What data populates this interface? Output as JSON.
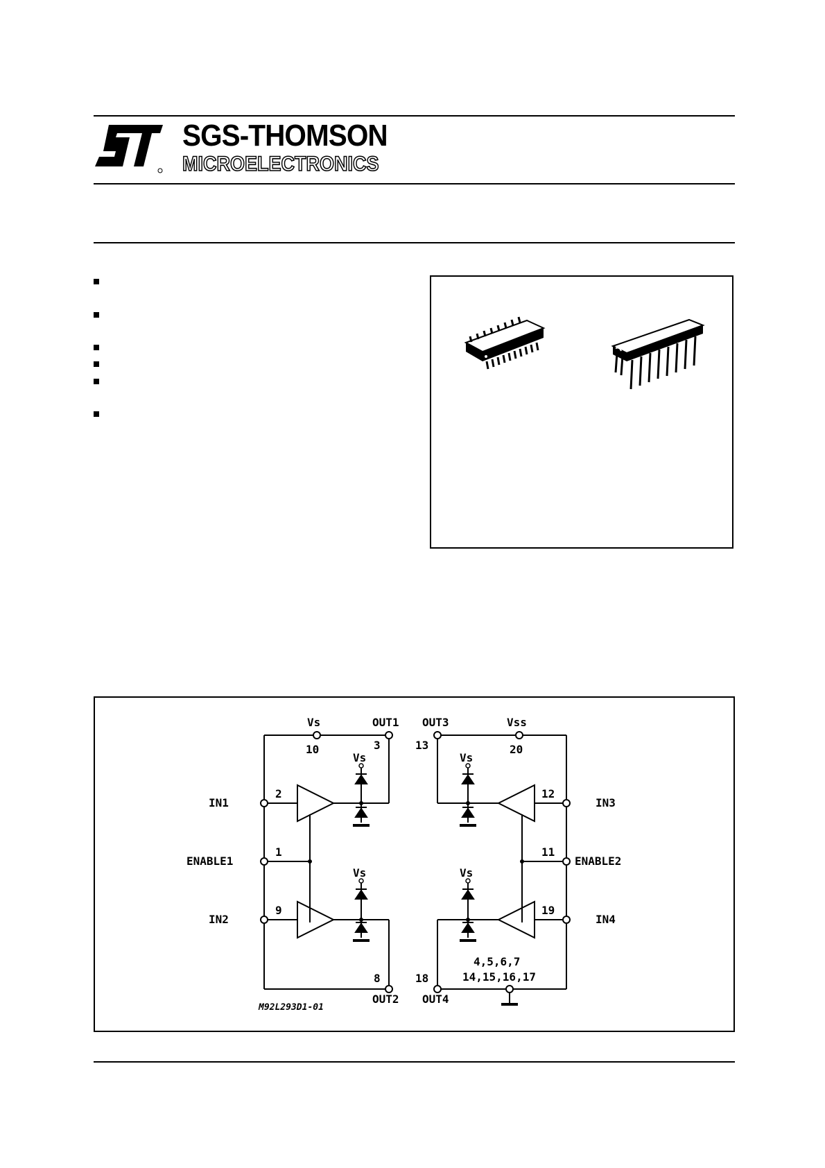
{
  "header": {
    "brand_name": "SGS-THOMSON",
    "brand_sub": "MICROELECTRONICS"
  },
  "features": {
    "bullet_count": 6
  },
  "diagram": {
    "ref": "M92L293D1-01",
    "labels": {
      "vs_top": "Vs",
      "vss": "Vss",
      "out1": "OUT1",
      "out3": "OUT3",
      "out2": "OUT2",
      "out4": "OUT4",
      "in1": "IN1",
      "in2": "IN2",
      "in3": "IN3",
      "in4": "IN4",
      "enable1": "ENABLE1",
      "enable2": "ENABLE2",
      "vs1": "Vs",
      "vs2": "Vs",
      "vs3": "Vs",
      "vs4": "Vs"
    },
    "pins": {
      "p10": "10",
      "p3": "3",
      "p13": "13",
      "p20": "20",
      "p2": "2",
      "p12": "12",
      "p1": "1",
      "p11": "11",
      "p9": "9",
      "p19": "19",
      "p8": "8",
      "p18": "18",
      "gnd_a": "4,5,6,7",
      "gnd_b": "14,15,16,17"
    }
  }
}
